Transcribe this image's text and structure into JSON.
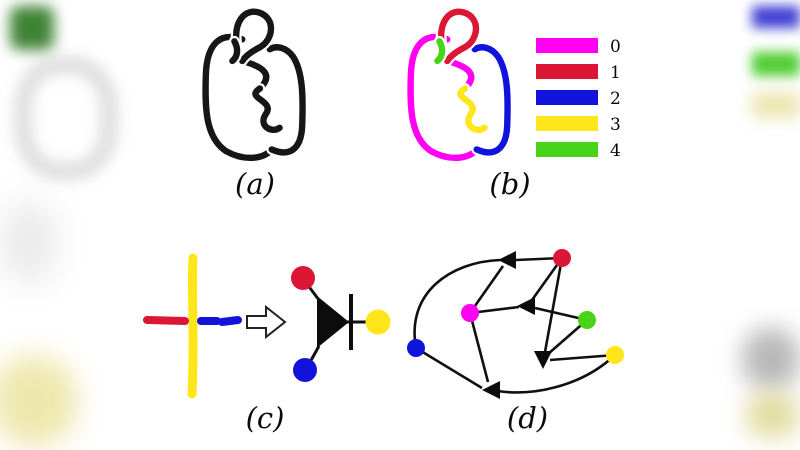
{
  "figure": {
    "panel_labels": {
      "a": "(a)",
      "b": "(b)",
      "c": "(c)",
      "d": "(d)"
    },
    "legend": {
      "entries": [
        {
          "label": "0",
          "color": "#ff00f2"
        },
        {
          "label": "1",
          "color": "#dc1635"
        },
        {
          "label": "2",
          "color": "#1212dd"
        },
        {
          "label": "3",
          "color": "#ffe61a"
        },
        {
          "label": "4",
          "color": "#47d419"
        }
      ]
    },
    "colors": {
      "ink": "#161616",
      "arc0": "#ff00f2",
      "arc1": "#dc1635",
      "arc2": "#1212dd",
      "arc3": "#ffe61a",
      "arc4": "#47d419"
    }
  }
}
